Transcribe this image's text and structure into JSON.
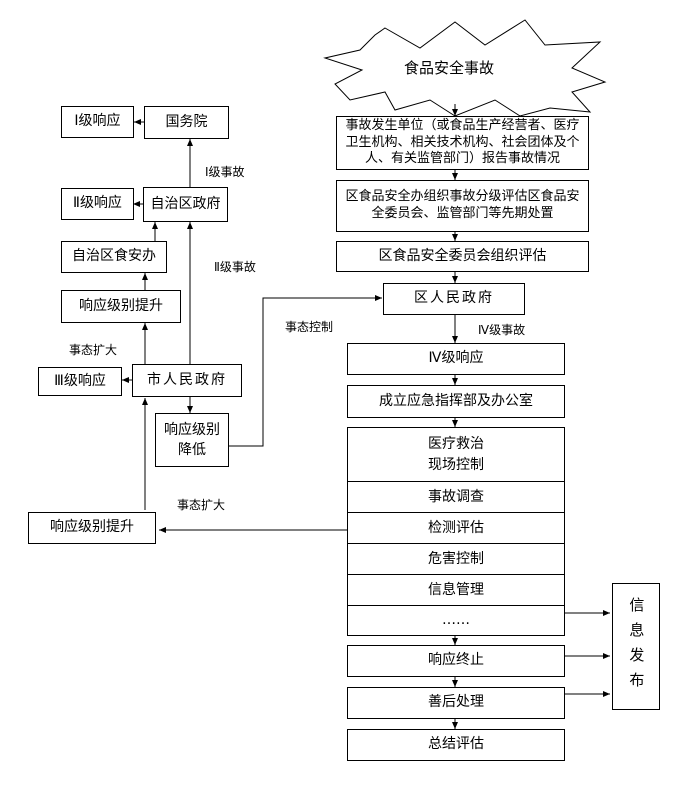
{
  "start": {
    "title": "食品安全事故"
  },
  "right_flow": {
    "report": "事故发生单位（或食品生产经营者、医疗卫生机构、相关技术机构、社会团体及个人、有关监管部门）报告事故情况",
    "initial": "区食品安全办组织事故分级评估区食品安全委员会、监管部门等先期处置",
    "assess": "区食品安全委员会组织评估",
    "district_gov": "区人民政府",
    "level4_event": "Ⅳ级事故",
    "level4_response": "Ⅳ级响应",
    "command": "成立应急指挥部及办公室",
    "measures": [
      "医疗救治",
      "现场控制",
      "事故调查",
      "检测评估",
      "危害控制",
      "信息管理",
      "……"
    ],
    "end": "响应终止",
    "aftermath": "善后处理",
    "summary": "总结评估",
    "publish": "信息发布"
  },
  "left_flow": {
    "level1_response": "Ⅰ级响应",
    "state_council": "国务院",
    "level1_event": "Ⅰ级事故",
    "level2_response": "Ⅱ级响应",
    "region_gov": "自治区政府",
    "level2_event": "Ⅱ级事故",
    "region_food_office": "自治区食安办",
    "upgrade_top": "响应级别提升",
    "expand_top": "事态扩大",
    "level3_response": "Ⅲ级响应",
    "city_gov": "市人民政府",
    "downgrade": "响应级别降低",
    "control": "事态控制",
    "expand_bottom": "事态扩大",
    "upgrade_bottom": "响应级别提升"
  }
}
